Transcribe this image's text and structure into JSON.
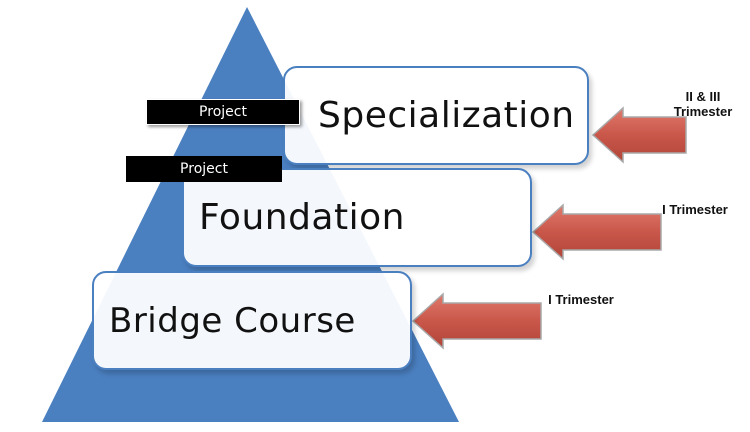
{
  "colors": {
    "pyramid": "#4a7fc0",
    "arrow": "#c9574a",
    "arrow_outline": "#a8a8a8",
    "tag_bg": "#000000"
  },
  "levels": [
    {
      "label": "Specialization",
      "trimester": [
        "II & III",
        "Trimester"
      ]
    },
    {
      "label": "Foundation",
      "trimester": [
        "I Trimester"
      ]
    },
    {
      "label": "Bridge Course",
      "trimester": [
        "I Trimester"
      ]
    }
  ],
  "project_tags": [
    "Project",
    "Project"
  ]
}
